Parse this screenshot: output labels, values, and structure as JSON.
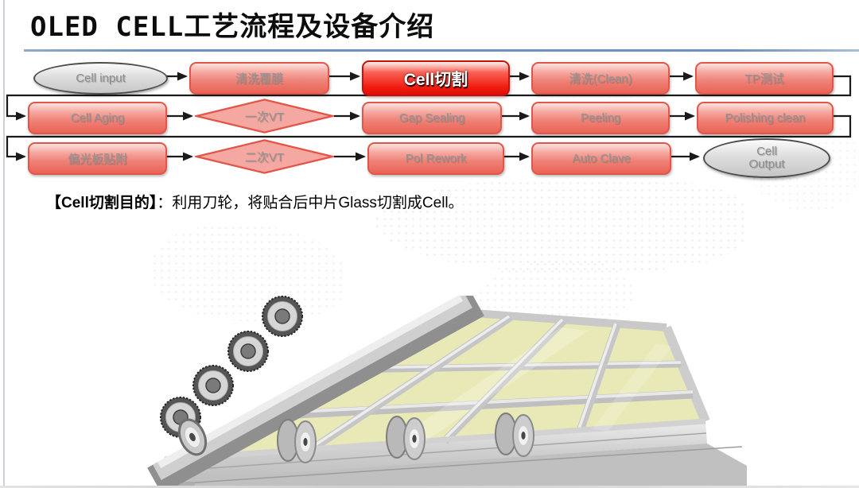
{
  "slide": {
    "title": "OLED CELL工艺流程及设备介绍",
    "description_label": "【Cell切割目的】",
    "description_text": "：利用刀轮，将贴合后中片Glass切割成Cell。"
  },
  "flowchart": {
    "highlighted_step": "Cell切割",
    "rows": [
      {
        "items": [
          {
            "label": "Cell input",
            "shape": "ellipse"
          },
          {
            "label": "清洗覆膜",
            "shape": "box"
          },
          {
            "label": "Cell切割",
            "shape": "box-highlight"
          },
          {
            "label": "清洗(Clean)",
            "shape": "box"
          },
          {
            "label": "TP测试",
            "shape": "box"
          }
        ]
      },
      {
        "items": [
          {
            "label": "Cell Aging",
            "shape": "box"
          },
          {
            "label": "一次VT",
            "shape": "diamond"
          },
          {
            "label": "Gap Sealing",
            "shape": "box"
          },
          {
            "label": "Peeling",
            "shape": "box"
          },
          {
            "label": "Polishing clean",
            "shape": "box"
          }
        ]
      },
      {
        "items": [
          {
            "label": "偏光板贴附",
            "shape": "box"
          },
          {
            "label": "二次VT",
            "shape": "diamond"
          },
          {
            "label": "Pol Rework",
            "shape": "box"
          },
          {
            "label": "Auto Clave",
            "shape": "box"
          },
          {
            "label": "Cell Output",
            "shape": "ellipse"
          }
        ]
      }
    ],
    "colors": {
      "step_fill": "#ef8277",
      "step_border": "#e25549",
      "highlight_fill": "#f01c10",
      "diamond_fill": "#f5a8a1",
      "terminal_fill": "#d8d8d8",
      "arrow": "#1a1a1a",
      "title_rule": "#6d92bb"
    }
  },
  "illustration": {
    "name": "cell-cutting-machine",
    "glass_cell_color": "#e9e9b8",
    "metal_color": "#bfbfbf",
    "cutter_wheel_count": 4
  }
}
